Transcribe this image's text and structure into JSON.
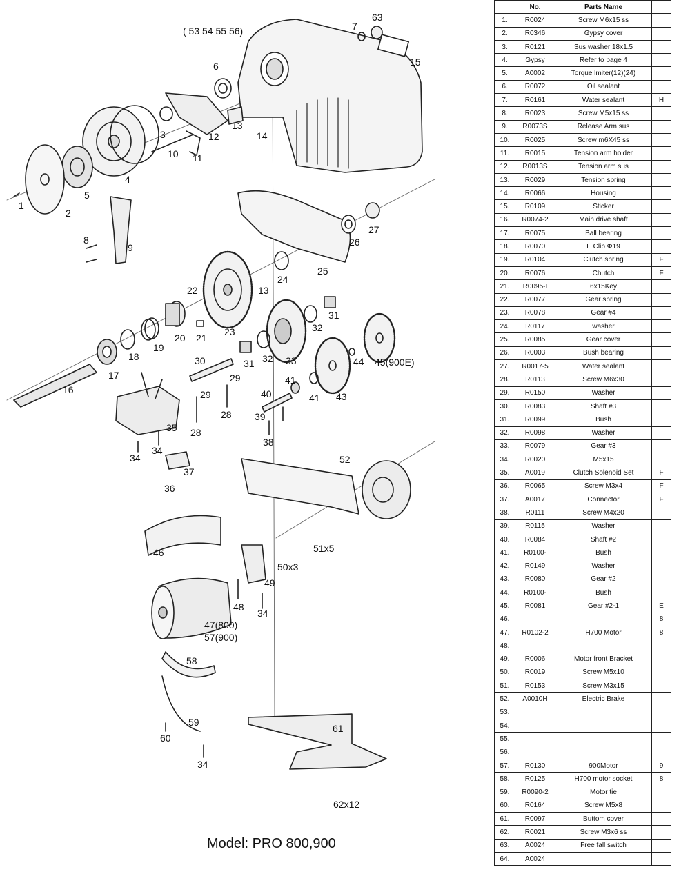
{
  "diagram": {
    "model_label": "Model: PRO 800,900",
    "top_group_label": "( 53 54 55 56)",
    "callouts": [
      {
        "name": "callout-63",
        "text": "63"
      },
      {
        "name": "callout-7",
        "text": "7"
      },
      {
        "name": "callout-15",
        "text": "15"
      },
      {
        "name": "callout-6",
        "text": "6"
      },
      {
        "name": "callout-13a",
        "text": "13"
      },
      {
        "name": "callout-3",
        "text": "3"
      },
      {
        "name": "callout-12",
        "text": "12"
      },
      {
        "name": "callout-14",
        "text": "14"
      },
      {
        "name": "callout-10",
        "text": "10"
      },
      {
        "name": "callout-11",
        "text": "11"
      },
      {
        "name": "callout-4",
        "text": "4"
      },
      {
        "name": "callout-5",
        "text": "5"
      },
      {
        "name": "callout-1",
        "text": "1"
      },
      {
        "name": "callout-2",
        "text": "2"
      },
      {
        "name": "callout-8",
        "text": "8"
      },
      {
        "name": "callout-9",
        "text": "9"
      },
      {
        "name": "callout-27",
        "text": "27"
      },
      {
        "name": "callout-26",
        "text": "26"
      },
      {
        "name": "callout-25",
        "text": "25"
      },
      {
        "name": "callout-24",
        "text": "24"
      },
      {
        "name": "callout-22",
        "text": "22"
      },
      {
        "name": "callout-13b",
        "text": "13"
      },
      {
        "name": "callout-31a",
        "text": "31"
      },
      {
        "name": "callout-32a",
        "text": "32"
      },
      {
        "name": "callout-23",
        "text": "23"
      },
      {
        "name": "callout-20",
        "text": "20"
      },
      {
        "name": "callout-21",
        "text": "21"
      },
      {
        "name": "callout-19",
        "text": "19"
      },
      {
        "name": "callout-18",
        "text": "18"
      },
      {
        "name": "callout-17",
        "text": "17"
      },
      {
        "name": "callout-16",
        "text": "16"
      },
      {
        "name": "callout-30",
        "text": "30"
      },
      {
        "name": "callout-31b",
        "text": "31"
      },
      {
        "name": "callout-32b",
        "text": "32"
      },
      {
        "name": "callout-33",
        "text": "33"
      },
      {
        "name": "callout-44",
        "text": "44"
      },
      {
        "name": "callout-45",
        "text": "45(900E)"
      },
      {
        "name": "callout-29a",
        "text": "29"
      },
      {
        "name": "callout-29b",
        "text": "29"
      },
      {
        "name": "callout-28a",
        "text": "28"
      },
      {
        "name": "callout-28b",
        "text": "28"
      },
      {
        "name": "callout-41a",
        "text": "41"
      },
      {
        "name": "callout-41b",
        "text": "41"
      },
      {
        "name": "callout-43",
        "text": "43"
      },
      {
        "name": "callout-40",
        "text": "40"
      },
      {
        "name": "callout-39",
        "text": "39"
      },
      {
        "name": "callout-38",
        "text": "38"
      },
      {
        "name": "callout-35",
        "text": "35"
      },
      {
        "name": "callout-34a",
        "text": "34"
      },
      {
        "name": "callout-34b",
        "text": "34"
      },
      {
        "name": "callout-37",
        "text": "37"
      },
      {
        "name": "callout-36",
        "text": "36"
      },
      {
        "name": "callout-52",
        "text": "52"
      },
      {
        "name": "callout-46",
        "text": "46"
      },
      {
        "name": "callout-51",
        "text": "51x5"
      },
      {
        "name": "callout-50",
        "text": "50x3"
      },
      {
        "name": "callout-49",
        "text": "49"
      },
      {
        "name": "callout-48",
        "text": "48"
      },
      {
        "name": "callout-34c",
        "text": "34"
      },
      {
        "name": "callout-47",
        "text": "47(800)"
      },
      {
        "name": "callout-57",
        "text": "57(900)"
      },
      {
        "name": "callout-58",
        "text": "58"
      },
      {
        "name": "callout-59",
        "text": "59"
      },
      {
        "name": "callout-60",
        "text": "60"
      },
      {
        "name": "callout-34d",
        "text": "34"
      },
      {
        "name": "callout-61",
        "text": "61"
      },
      {
        "name": "callout-62",
        "text": "62x12"
      }
    ]
  },
  "table": {
    "headers": [
      "",
      "No.",
      "Parts Name",
      ""
    ],
    "rows": [
      [
        "1.",
        "R0024",
        "Screw M6x15 ss",
        ""
      ],
      [
        "2.",
        "R0346",
        "Gypsy cover",
        ""
      ],
      [
        "3.",
        "R0121",
        "Sus washer 18x1.5",
        ""
      ],
      [
        "4.",
        "Gypsy",
        "Refer to page 4",
        ""
      ],
      [
        "5.",
        "A0002",
        "Torque lmiter(12)(24)",
        ""
      ],
      [
        "6.",
        "R0072",
        "Oil sealant",
        ""
      ],
      [
        "7.",
        "R0161",
        "Water sealant",
        "H"
      ],
      [
        "8.",
        "R0023",
        "Screw M5x15 ss",
        ""
      ],
      [
        "9.",
        "R0073S",
        "Release Arm sus",
        ""
      ],
      [
        "10.",
        "R0025",
        "Screw m6X45 ss",
        ""
      ],
      [
        "11.",
        "R0015",
        "Tension arm holder",
        ""
      ],
      [
        "12.",
        "R0013S",
        "Tension arm sus",
        ""
      ],
      [
        "13.",
        "R0029",
        "Tension spring",
        ""
      ],
      [
        "14.",
        "R0066",
        "Housing",
        ""
      ],
      [
        "15.",
        "R0109",
        "Sticker",
        ""
      ],
      [
        "16.",
        "R0074-2",
        "Main drive shaft",
        ""
      ],
      [
        "17.",
        "R0075",
        "Ball bearing",
        ""
      ],
      [
        "18.",
        "R0070",
        "E Clip Φ19",
        ""
      ],
      [
        "19.",
        "R0104",
        "Clutch spring",
        "F"
      ],
      [
        "20.",
        "R0076",
        "Chutch",
        "F"
      ],
      [
        "21.",
        "R0095-I",
        "6x15Key",
        ""
      ],
      [
        "22.",
        "R0077",
        "Gear spring",
        ""
      ],
      [
        "23.",
        "R0078",
        "Gear #4",
        ""
      ],
      [
        "24.",
        "R0117",
        "washer",
        ""
      ],
      [
        "25.",
        "R0085",
        "Gear cover",
        ""
      ],
      [
        "26.",
        "R0003",
        "Bush bearing",
        ""
      ],
      [
        "27.",
        "R0017-5",
        "Water sealant",
        ""
      ],
      [
        "28.",
        "R0113",
        "Screw M6x30",
        ""
      ],
      [
        "29.",
        "R0150",
        "Washer",
        ""
      ],
      [
        "30.",
        "R0083",
        "Shaft #3",
        ""
      ],
      [
        "31.",
        "R0099",
        "Bush",
        ""
      ],
      [
        "32.",
        "R0098",
        "Washer",
        ""
      ],
      [
        "33.",
        "R0079",
        "Gear #3",
        ""
      ],
      [
        "34.",
        "R0020",
        "M5x15",
        ""
      ],
      [
        "35.",
        "A0019",
        "Clutch Solenoid Set",
        "F"
      ],
      [
        "36.",
        "R0065",
        "Screw M3x4",
        "F"
      ],
      [
        "37.",
        "A0017",
        "Connector",
        "F"
      ],
      [
        "38.",
        "R0111",
        "Screw M4x20",
        ""
      ],
      [
        "39.",
        "R0115",
        "Washer",
        ""
      ],
      [
        "40.",
        "R0084",
        "Shaft #2",
        ""
      ],
      [
        "41.",
        "R0100-",
        "Bush",
        ""
      ],
      [
        "42.",
        "R0149",
        "Washer",
        ""
      ],
      [
        "43.",
        "R0080",
        "Gear #2",
        ""
      ],
      [
        "44.",
        "R0100-",
        "Bush",
        ""
      ],
      [
        "45.",
        "R0081",
        "Gear #2-1",
        "E"
      ],
      [
        "46.",
        "",
        "",
        "8"
      ],
      [
        "47.",
        "R0102-2",
        "H700 Motor",
        "8"
      ],
      [
        "48.",
        "",
        "",
        ""
      ],
      [
        "49.",
        "R0006",
        "Motor front Bracket",
        ""
      ],
      [
        "50.",
        "R0019",
        "Screw M5x10",
        ""
      ],
      [
        "51.",
        "R0153",
        "Screw M3x15",
        ""
      ],
      [
        "52.",
        "A0010H",
        "Electric Brake",
        ""
      ],
      [
        "53.",
        "",
        "",
        ""
      ],
      [
        "54.",
        "",
        "",
        ""
      ],
      [
        "55.",
        "",
        "",
        ""
      ],
      [
        "56.",
        "",
        "",
        ""
      ],
      [
        "57.",
        "R0130",
        "900Motor",
        "9"
      ],
      [
        "58.",
        "R0125",
        "H700 motor socket",
        "8"
      ],
      [
        "59.",
        "R0090-2",
        "Motor tie",
        ""
      ],
      [
        "60.",
        "R0164",
        "Screw M5x8",
        ""
      ],
      [
        "61.",
        "R0097",
        "Buttom cover",
        ""
      ],
      [
        "62.",
        "R0021",
        "Screw M3x6 ss",
        ""
      ],
      [
        "63.",
        "A0024",
        "Free fall switch",
        ""
      ],
      [
        "64.",
        "A0024",
        "",
        ""
      ]
    ]
  }
}
